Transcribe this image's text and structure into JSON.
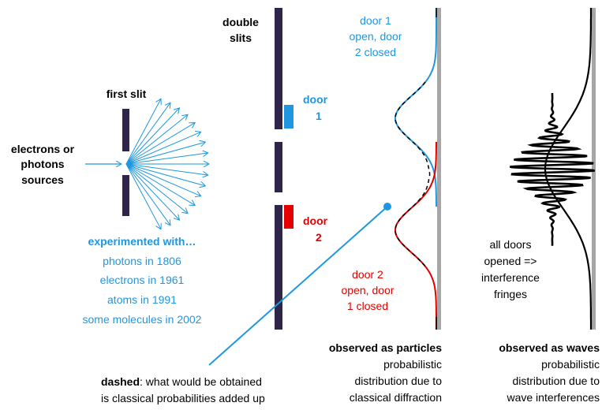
{
  "labels": {
    "first_slit": "first slit",
    "source_line1": "electrons or",
    "source_line2": "photons",
    "source_line3": "sources",
    "double_slits_line1": "double",
    "double_slits_line2": "slits",
    "door1_word": "door",
    "door1_num": "1",
    "door2_word": "door",
    "door2_num": "2",
    "door1_curve_line1": "door 1",
    "door1_curve_line2": "open, door",
    "door1_curve_line3": "2 closed",
    "door2_curve_line1": "door 2",
    "door2_curve_line2": "open, door",
    "door2_curve_line3": "1 closed",
    "all_doors_line1": "all doors",
    "all_doors_line2": "opened =>",
    "all_doors_line3": "interference",
    "all_doors_line4": "fringes"
  },
  "experiments": {
    "heading": "experimented with…",
    "items": [
      "photons in 1806",
      "electrons in 1961",
      "atoms in 1991",
      "some molecules in 2002"
    ]
  },
  "captions": {
    "particles_title": "observed as particles",
    "particles_line1": "probabilistic",
    "particles_line2": "distribution due to",
    "particles_line3": "classical diffraction",
    "waves_title": "observed as waves",
    "waves_line1": "probabilistic",
    "waves_line2": "distribution due to",
    "waves_line3": "wave interferences",
    "dashed_bold": "dashed",
    "dashed_rest": ": what would be obtained",
    "dashed_line2": "is classical probabilities added up"
  },
  "colors": {
    "blue": "#1f97e0",
    "red": "#e40000",
    "slit": "#2e2548",
    "screen": "#a6a6a6"
  }
}
